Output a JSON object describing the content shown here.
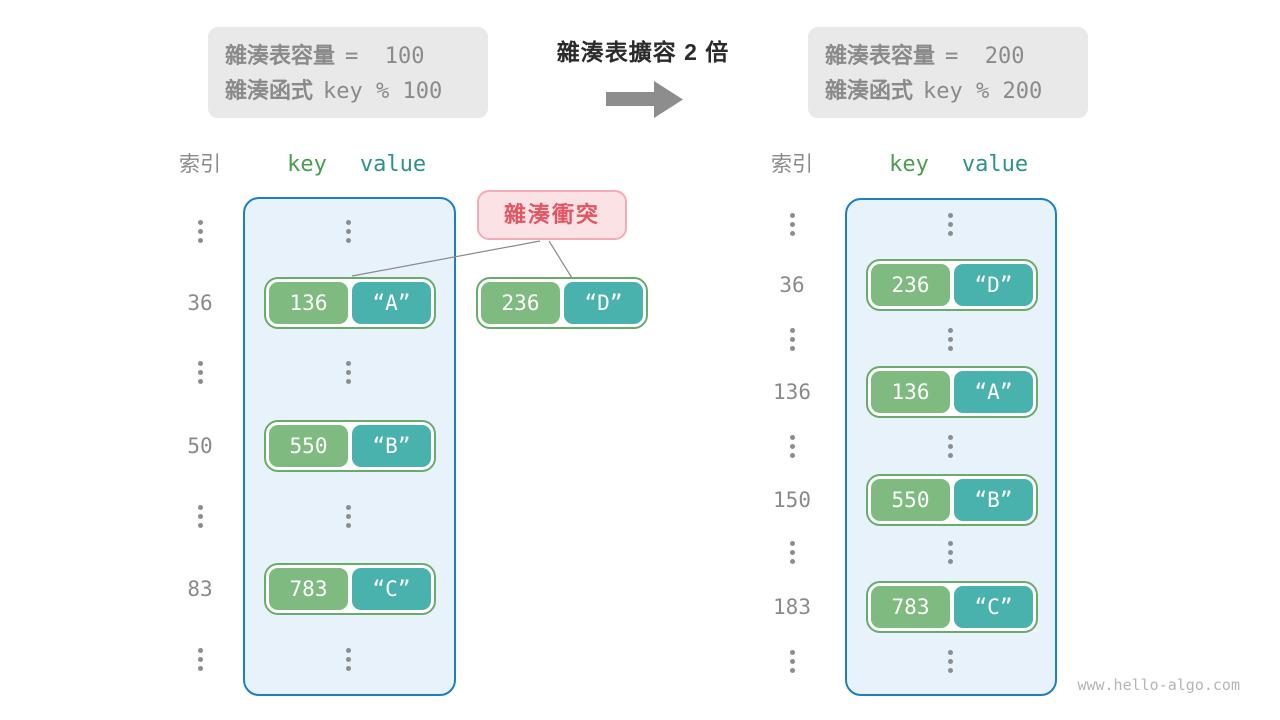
{
  "top": {
    "left_box": {
      "line1_label": "雜湊表容量",
      "line1_code": "=  100",
      "line2_label": "雜湊函式",
      "line2_code": "key % 100"
    },
    "title": "雜湊表擴容 2 倍",
    "right_box": {
      "line1_label": "雜湊表容量",
      "line1_code": "=  200",
      "line2_label": "雜湊函式",
      "line2_code": "key % 200"
    }
  },
  "collision": {
    "label": "雜湊衝突",
    "entry": {
      "key": "236",
      "value": "“D”"
    }
  },
  "left_table": {
    "index_header": "索引",
    "key_header": "key",
    "value_header": "value",
    "rows": [
      {
        "index": "36",
        "key": "136",
        "value": "“A”"
      },
      {
        "index": "50",
        "key": "550",
        "value": "“B”"
      },
      {
        "index": "83",
        "key": "783",
        "value": "“C”"
      }
    ]
  },
  "right_table": {
    "index_header": "索引",
    "key_header": "key",
    "value_header": "value",
    "rows": [
      {
        "index": "36",
        "key": "236",
        "value": "“D”"
      },
      {
        "index": "136",
        "key": "136",
        "value": "“A”"
      },
      {
        "index": "150",
        "key": "550",
        "value": "“B”"
      },
      {
        "index": "183",
        "key": "783",
        "value": "“C”"
      }
    ]
  },
  "watermark": "www.hello-algo.com",
  "colors": {
    "container_border": "#1b7fc2",
    "container_bg": "#e8f2fb",
    "entry_border": "#6aab6c",
    "key_pill": "#7fba81",
    "value_pill": "#49b2ac",
    "key_header_text": "#4a9d4e",
    "value_header_text": "#2d938a",
    "collision_text": "#e25663",
    "collision_bg": "#fbe3e5",
    "gray_box_bg": "#e9e9e9",
    "muted_text": "#8a8a8a",
    "arrow": "#8d8d8d"
  }
}
